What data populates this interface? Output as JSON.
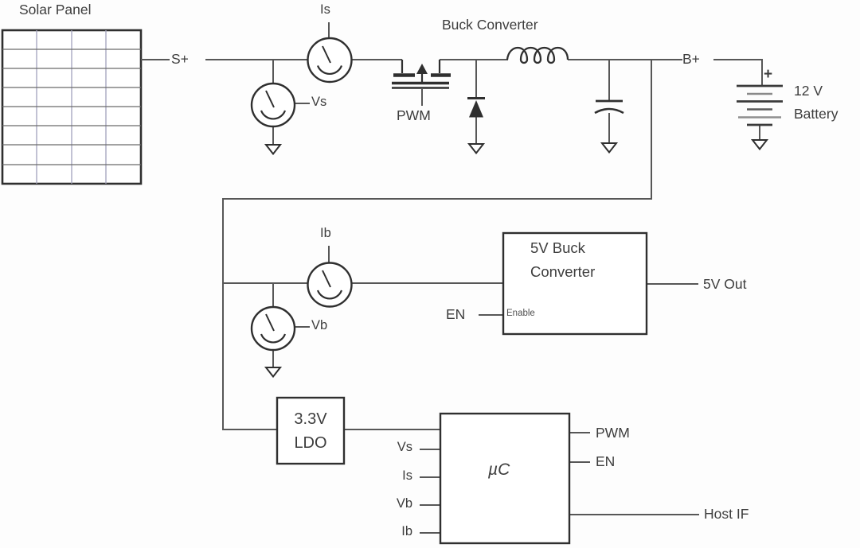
{
  "diagram": {
    "solar_panel": {
      "title": "Solar Panel"
    },
    "nets": {
      "s_plus": "S+",
      "b_plus": "B+"
    },
    "meters": {
      "is": "Is",
      "vs": "Vs",
      "ib": "Ib",
      "vb": "Vb"
    },
    "buck_converter": {
      "title": "Buck Converter",
      "gate_label": "PWM"
    },
    "battery": {
      "polarity": "+",
      "voltage": "12 V",
      "name": "Battery"
    },
    "buck_5v": {
      "title_line1": "5V Buck",
      "title_line2": "Converter",
      "enable_pin": "Enable",
      "enable_net": "EN",
      "output": "5V Out"
    },
    "ldo": {
      "line1": "3.3V",
      "line2": "LDO"
    },
    "mcu": {
      "label": "µC",
      "inputs": [
        "Vs",
        "Is",
        "Vb",
        "Ib"
      ],
      "outputs": {
        "pwm": "PWM",
        "en": "EN",
        "host": "Host IF"
      }
    },
    "colors": {
      "wire": "#575757",
      "component": "#2f2f2f",
      "text": "#3d3d3d"
    }
  }
}
